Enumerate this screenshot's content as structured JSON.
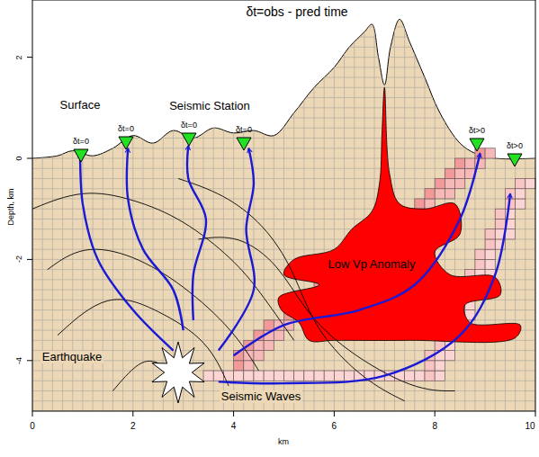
{
  "diagram": {
    "labels": [
      "δt=obs - pred time",
      "Surface",
      "Seismic Station",
      "δt=0",
      "δt=0",
      "δt=0",
      "δt=0",
      "δt>0",
      "δt>0",
      "Low Vp Anomaly",
      "Earthquake",
      "Seismic Waves",
      "Depth, km",
      "km",
      "2",
      "0",
      "-2",
      "-4",
      "0",
      "2",
      "4",
      "6",
      "8",
      "10"
    ]
  }
}
